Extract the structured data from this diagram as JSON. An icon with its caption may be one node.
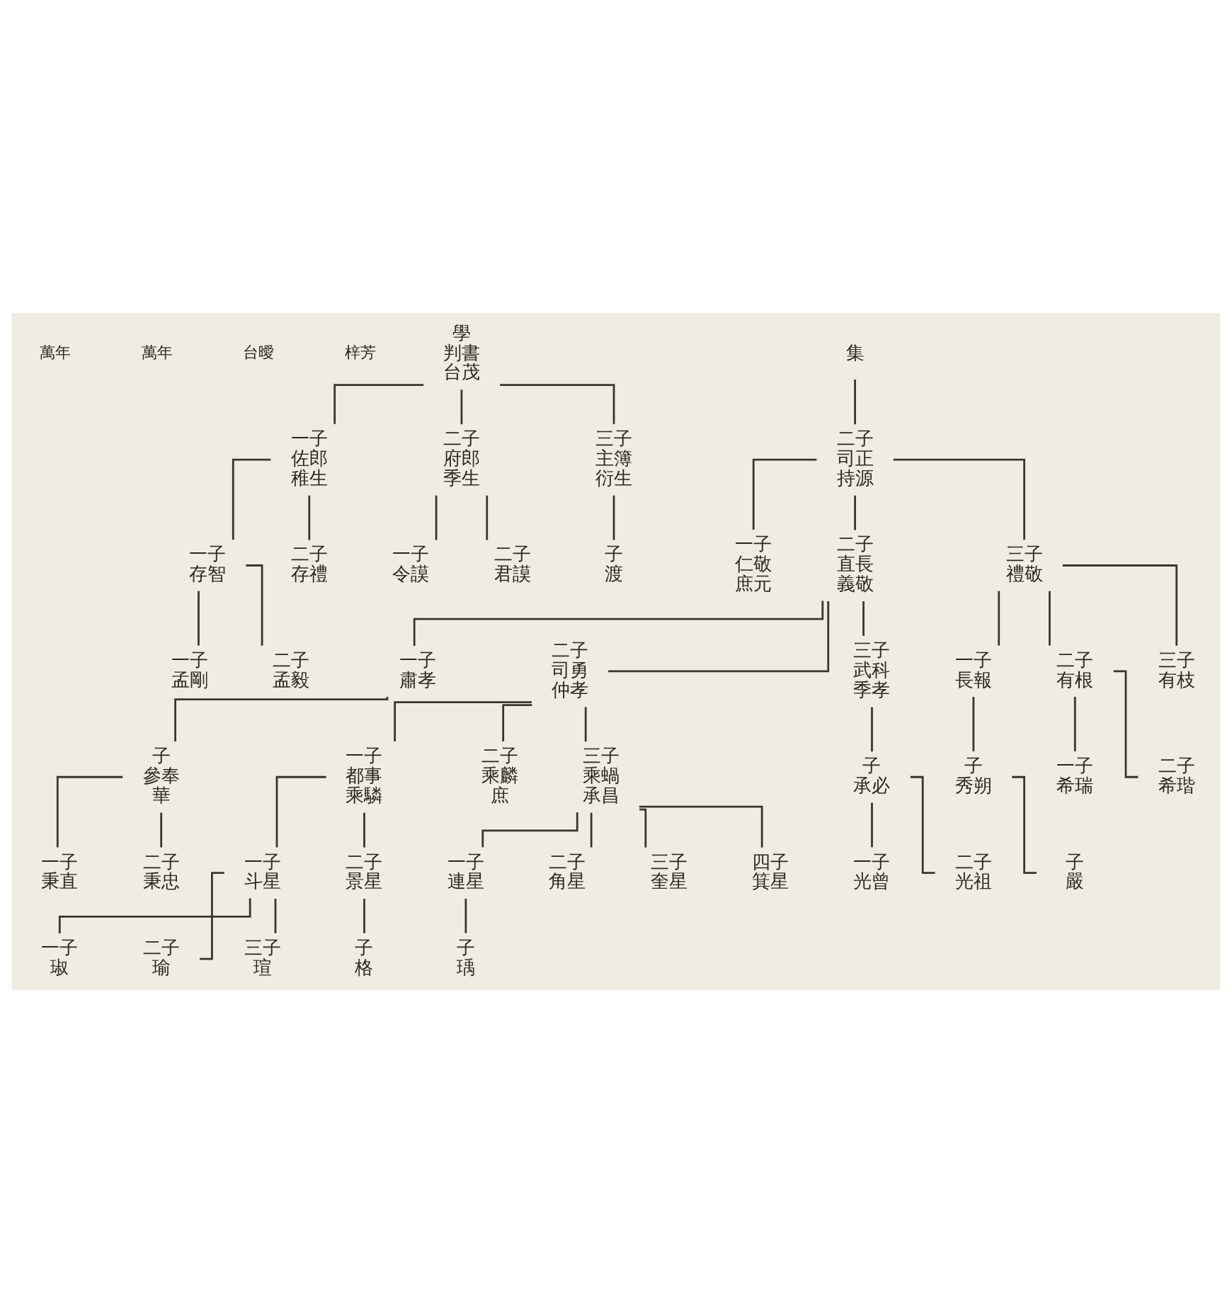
{
  "diagram": {
    "nodes": [
      {
        "text": [
          "學",
          "判書",
          "台茂"
        ]
      },
      {
        "text": [
          "一子",
          "佐郎",
          "稚生"
        ]
      },
      {
        "text": [
          "二子",
          "府郎",
          "季生"
        ]
      },
      {
        "text": [
          "三子",
          "主簿",
          "衍生"
        ]
      },
      {
        "text": [
          "一子",
          "存智"
        ]
      },
      {
        "text": [
          "二子",
          "存禮"
        ]
      },
      {
        "text": [
          "一子",
          "孟剛"
        ]
      },
      {
        "text": [
          "二子",
          "孟毅"
        ]
      },
      {
        "text": [
          "一子",
          "令謨"
        ]
      },
      {
        "text": [
          "二子",
          "君謨"
        ]
      },
      {
        "text": [
          "子",
          "渡"
        ]
      },
      {
        "text": [
          "集"
        ]
      },
      {
        "text": [
          "二子",
          "司正",
          "持源"
        ]
      },
      {
        "text": [
          "一子",
          "仁敬",
          "庶元"
        ]
      },
      {
        "text": [
          "二子",
          "直長",
          "義敬"
        ]
      },
      {
        "text": [
          "三子",
          "禮敬"
        ]
      },
      {
        "text": [
          "一子",
          "長報"
        ]
      },
      {
        "text": [
          "二子",
          "有根"
        ]
      },
      {
        "text": [
          "三子",
          "有枝"
        ]
      },
      {
        "text": [
          "一子",
          "希瑞"
        ]
      },
      {
        "text": [
          "二子",
          "希瑎"
        ]
      },
      {
        "text": [
          "一子",
          "肅孝"
        ]
      },
      {
        "text": [
          "二子",
          "司勇",
          "仲孝"
        ]
      },
      {
        "text": [
          "三子",
          "武科",
          "季孝"
        ]
      },
      {
        "text": [
          "子",
          "參奉",
          "華"
        ]
      },
      {
        "text": [
          "一子",
          "都事",
          "乘驎"
        ]
      },
      {
        "text": [
          "二子",
          "乘麟",
          "庶"
        ]
      },
      {
        "text": [
          "三子",
          "乘蝸",
          "承昌"
        ]
      },
      {
        "text": [
          "子",
          "秀朔"
        ]
      },
      {
        "text": [
          "子",
          "承必"
        ]
      },
      {
        "text": [
          "子",
          "嚴"
        ]
      },
      {
        "text": [
          "一子",
          "光曾"
        ]
      },
      {
        "text": [
          "二子",
          "光祖"
        ]
      },
      {
        "text": [
          "一子",
          "連星"
        ]
      },
      {
        "text": [
          "二子",
          "角星"
        ]
      },
      {
        "text": [
          "三子",
          "奎星"
        ]
      },
      {
        "text": [
          "四子",
          "箕星"
        ]
      },
      {
        "text": [
          "一子",
          "斗星"
        ]
      },
      {
        "text": [
          "二子",
          "景星"
        ]
      },
      {
        "text": [
          "一子",
          "秉直"
        ]
      },
      {
        "text": [
          "二子",
          "秉忠"
        ]
      },
      {
        "text": [
          "子",
          "瑀"
        ]
      },
      {
        "text": [
          "子",
          "格"
        ]
      },
      {
        "text": [
          "一子",
          "琡"
        ]
      },
      {
        "text": [
          "二子",
          "瑜"
        ]
      },
      {
        "text": [
          "三子",
          "瑄"
        ]
      }
    ],
    "edges": [
      {
        "from": 0,
        "to": 1,
        "arrow": "none"
      },
      {
        "from": 0,
        "to": 2,
        "arrow": "none"
      },
      {
        "from": 0,
        "to": 3,
        "arrow": "none"
      },
      {
        "from": 1,
        "to": 4,
        "arrow": "none"
      },
      {
        "from": 1,
        "to": 5,
        "arrow": "none"
      },
      {
        "from": 4,
        "to": 6,
        "arrow": "none"
      },
      {
        "from": 4,
        "to": 7,
        "arrow": "none"
      },
      {
        "from": 2,
        "to": 8,
        "arrow": "none"
      },
      {
        "from": 2,
        "to": 9,
        "arrow": "none"
      },
      {
        "from": 3,
        "to": 10,
        "arrow": "none"
      },
      {
        "from": 11,
        "to": 12,
        "arrow": "none"
      },
      {
        "from": 12,
        "to": 13,
        "arrow": "none"
      },
      {
        "from": 12,
        "to": 14,
        "arrow": "none"
      },
      {
        "from": 12,
        "to": 15,
        "arrow": "none"
      },
      {
        "from": 15,
        "to": 16,
        "arrow": "none"
      },
      {
        "from": 15,
        "to": 17,
        "arrow": "none"
      },
      {
        "from": 15,
        "to": 18,
        "arrow": "none"
      },
      {
        "from": 17,
        "to": 19,
        "arrow": "none"
      },
      {
        "from": 17,
        "to": 20,
        "arrow": "none"
      },
      {
        "from": 14,
        "to": 21,
        "arrow": "none"
      },
      {
        "from": 14,
        "to": 22,
        "arrow": "none"
      },
      {
        "from": 14,
        "to": 23,
        "arrow": "none"
      },
      {
        "from": 21,
        "to": 24,
        "arrow": "none"
      },
      {
        "from": 22,
        "to": 25,
        "arrow": "none"
      },
      {
        "from": 22,
        "to": 26,
        "arrow": "none"
      },
      {
        "from": 22,
        "to": 27,
        "arrow": "none"
      },
      {
        "from": 16,
        "to": 28,
        "arrow": "none"
      },
      {
        "from": 23,
        "to": 29,
        "arrow": "none"
      },
      {
        "from": 28,
        "to": 30,
        "arrow": "none"
      },
      {
        "from": 29,
        "to": 31,
        "arrow": "none"
      },
      {
        "from": 29,
        "to": 32,
        "arrow": "none"
      },
      {
        "from": 27,
        "to": 33,
        "arrow": "none"
      },
      {
        "from": 27,
        "to": 34,
        "arrow": "none"
      },
      {
        "from": 27,
        "to": 35,
        "arrow": "none"
      },
      {
        "from": 27,
        "to": 36,
        "arrow": "none"
      },
      {
        "from": 25,
        "to": 37,
        "arrow": "none"
      },
      {
        "from": 25,
        "to": 38,
        "arrow": "none"
      },
      {
        "from": 24,
        "to": 39,
        "arrow": "none"
      },
      {
        "from": 24,
        "to": 40,
        "arrow": "none"
      },
      {
        "from": 33,
        "to": 41,
        "arrow": "none"
      },
      {
        "from": 38,
        "to": 42,
        "arrow": "none"
      },
      {
        "from": 37,
        "to": 43,
        "arrow": "none"
      },
      {
        "from": 37,
        "to": 44,
        "arrow": "none"
      },
      {
        "from": 37,
        "to": 45,
        "arrow": "none"
      }
    ],
    "labels": [
      "萬年",
      "萬年",
      "台曖",
      "梓芳"
    ]
  }
}
